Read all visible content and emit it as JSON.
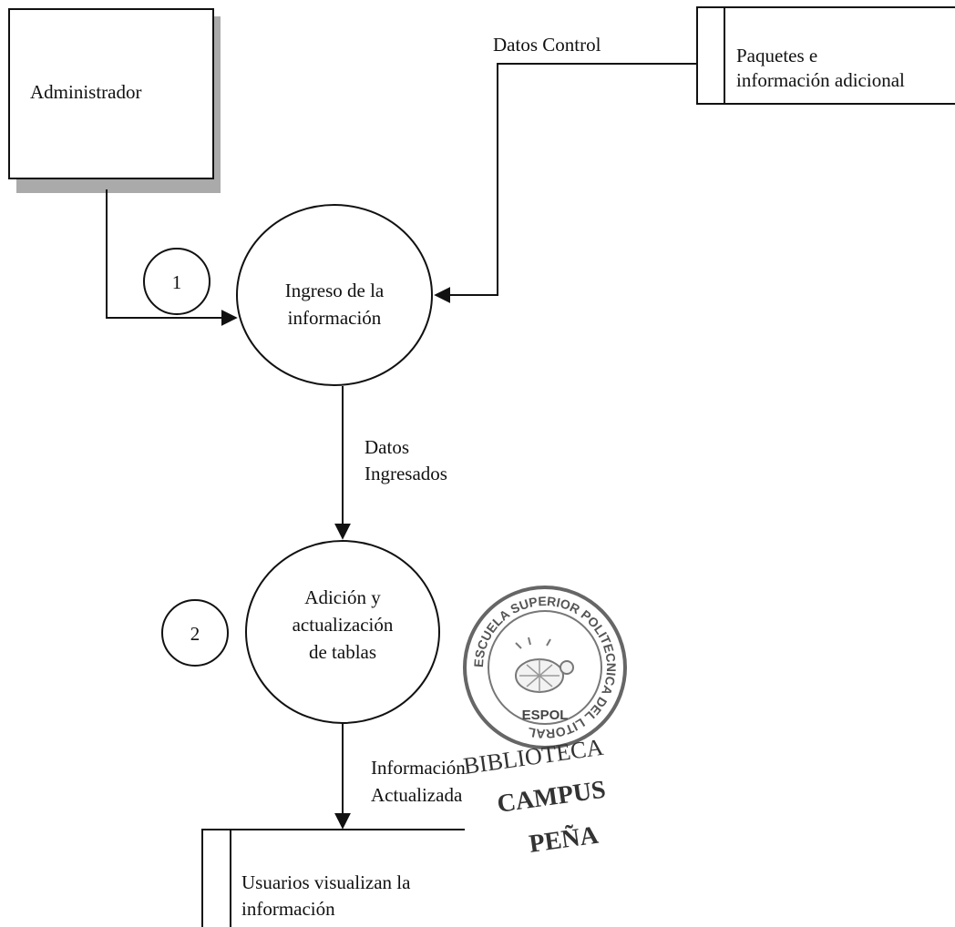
{
  "entities": {
    "admin": {
      "label": "Administrador"
    },
    "packages": {
      "label_line1": "Paquetes e",
      "label_line2": "información adicional"
    },
    "users": {
      "label_line1": "Usuarios visualizan la",
      "label_line2": "información"
    }
  },
  "processes": [
    {
      "number": "1",
      "line1": "Ingreso de la",
      "line2": "información"
    },
    {
      "number": "2",
      "line1": "Adición y",
      "line2": "actualización",
      "line3": "de tablas"
    }
  ],
  "flows": {
    "control": "Datos Control",
    "entered_line1": "Datos",
    "entered_line2": "Ingresados",
    "updated_line1": "Información",
    "updated_line2": "Actualizada"
  },
  "stamp": {
    "ring_text": "ESCUELA SUPERIOR POLITECNICA DEL LITORAL",
    "acronym": "ESPOL",
    "line1": "BIBLIOTECA",
    "line2": "CAMPUS",
    "line3": "PEÑA"
  }
}
